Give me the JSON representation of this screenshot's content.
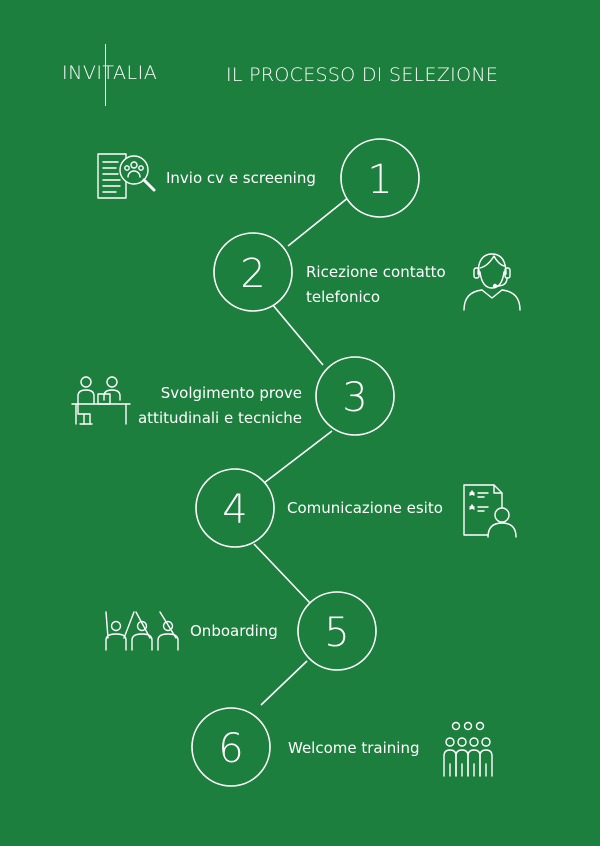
{
  "brand": {
    "logo_text": "INVITALIA"
  },
  "header": {
    "title": "IL PROCESSO DI SELEZIONE"
  },
  "colors": {
    "background": "#1d7f3d",
    "foreground": "#ffffff"
  },
  "steps": [
    {
      "number": "1",
      "label": "Invio cv e screening",
      "icon": "cv-search-icon"
    },
    {
      "number": "2",
      "label_line1": "Ricezione contatto",
      "label_line2": "telefonico",
      "icon": "headset-operator-icon"
    },
    {
      "number": "3",
      "label_line1": "Svolgimento prove",
      "label_line2": "attitudinali e tecniche",
      "icon": "interview-desk-icon"
    },
    {
      "number": "4",
      "label": "Comunicazione esito",
      "icon": "evaluation-document-icon"
    },
    {
      "number": "5",
      "label": "Onboarding",
      "icon": "team-high-five-icon"
    },
    {
      "number": "6",
      "label": "Welcome training",
      "icon": "group-training-icon"
    }
  ]
}
